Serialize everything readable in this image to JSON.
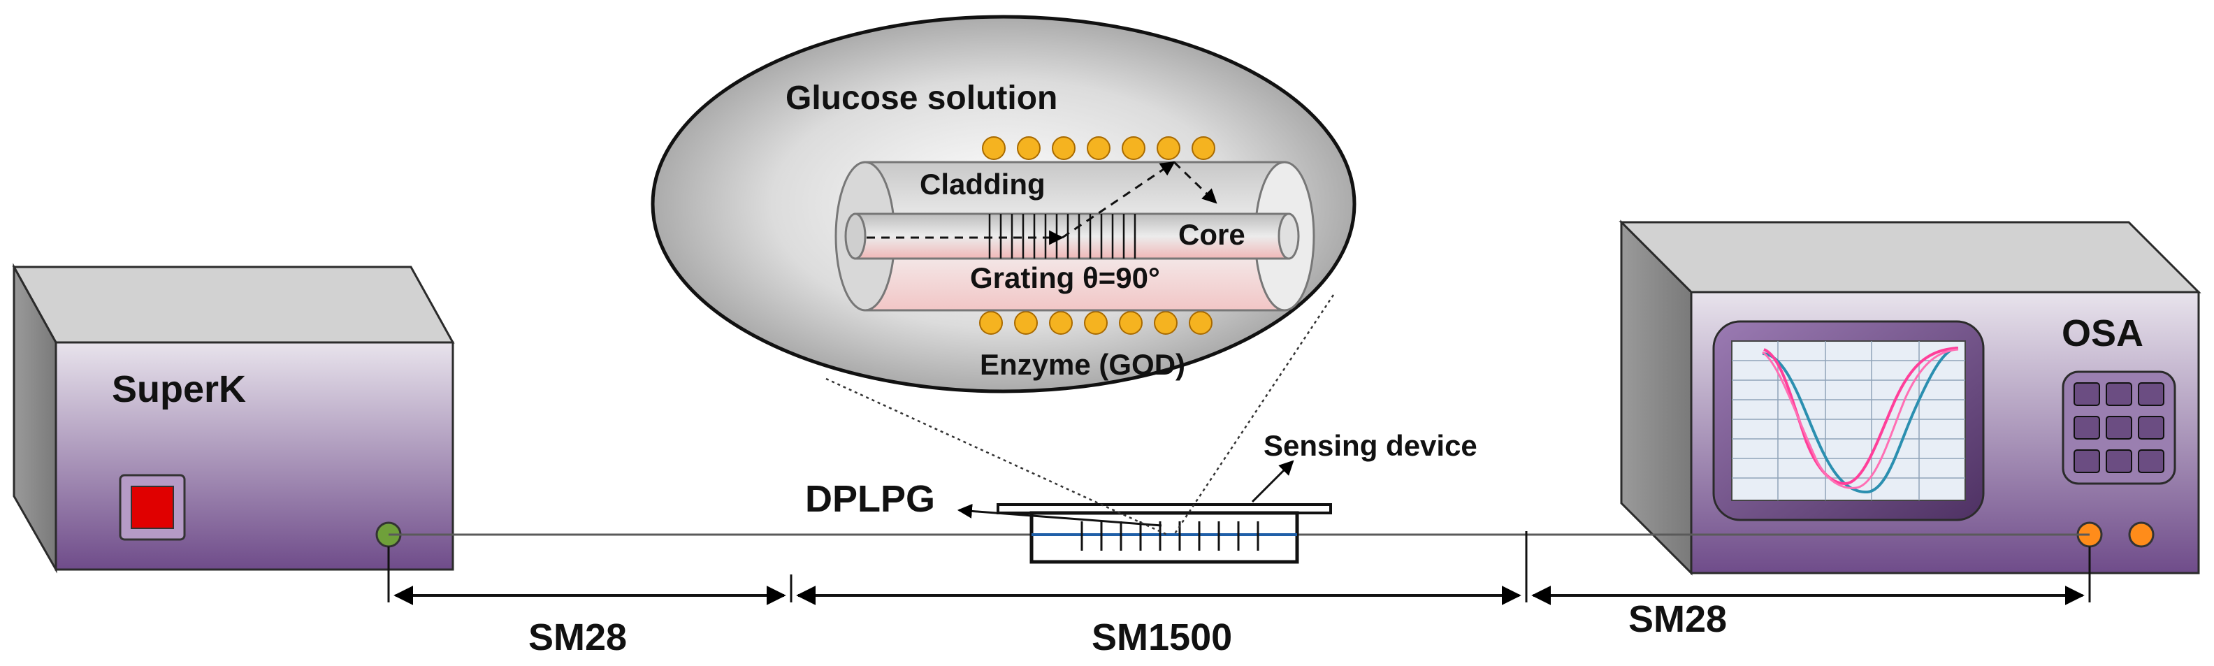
{
  "labels": {
    "source": "SuperK",
    "analyzer": "OSA",
    "solution": "Glucose solution",
    "cladding": "Cladding",
    "core": "Core",
    "grating": "Grating θ=90°",
    "enzyme": "Enzyme (GOD)",
    "sensing_device": "Sensing device",
    "dplpg": "DPLPG",
    "fiber_left": "SM28",
    "fiber_middle": "SM1500",
    "fiber_right": "SM28"
  },
  "colors": {
    "box_light": "#e6e0ea",
    "box_dark": "#7d5a96",
    "box_side": "#8c8c8c",
    "box_top": "#d4d4d4",
    "red_button": "#e00000",
    "green_port": "#6fa03a",
    "orange_port": "#ff8c1a",
    "enzyme_bead": "#f5b320",
    "screen_bg": "#e8eef6",
    "trace_blue": "#2b8fb0",
    "trace_pink": "#ff3f9a",
    "fiber_line": "#5a5a5a",
    "core_line": "#1f5fa8"
  },
  "icons": {
    "power_button": "red-square-button",
    "input_port": "green-circle-port",
    "output_ports": "orange-circle-ports",
    "keypad": "3x3-keypad"
  }
}
